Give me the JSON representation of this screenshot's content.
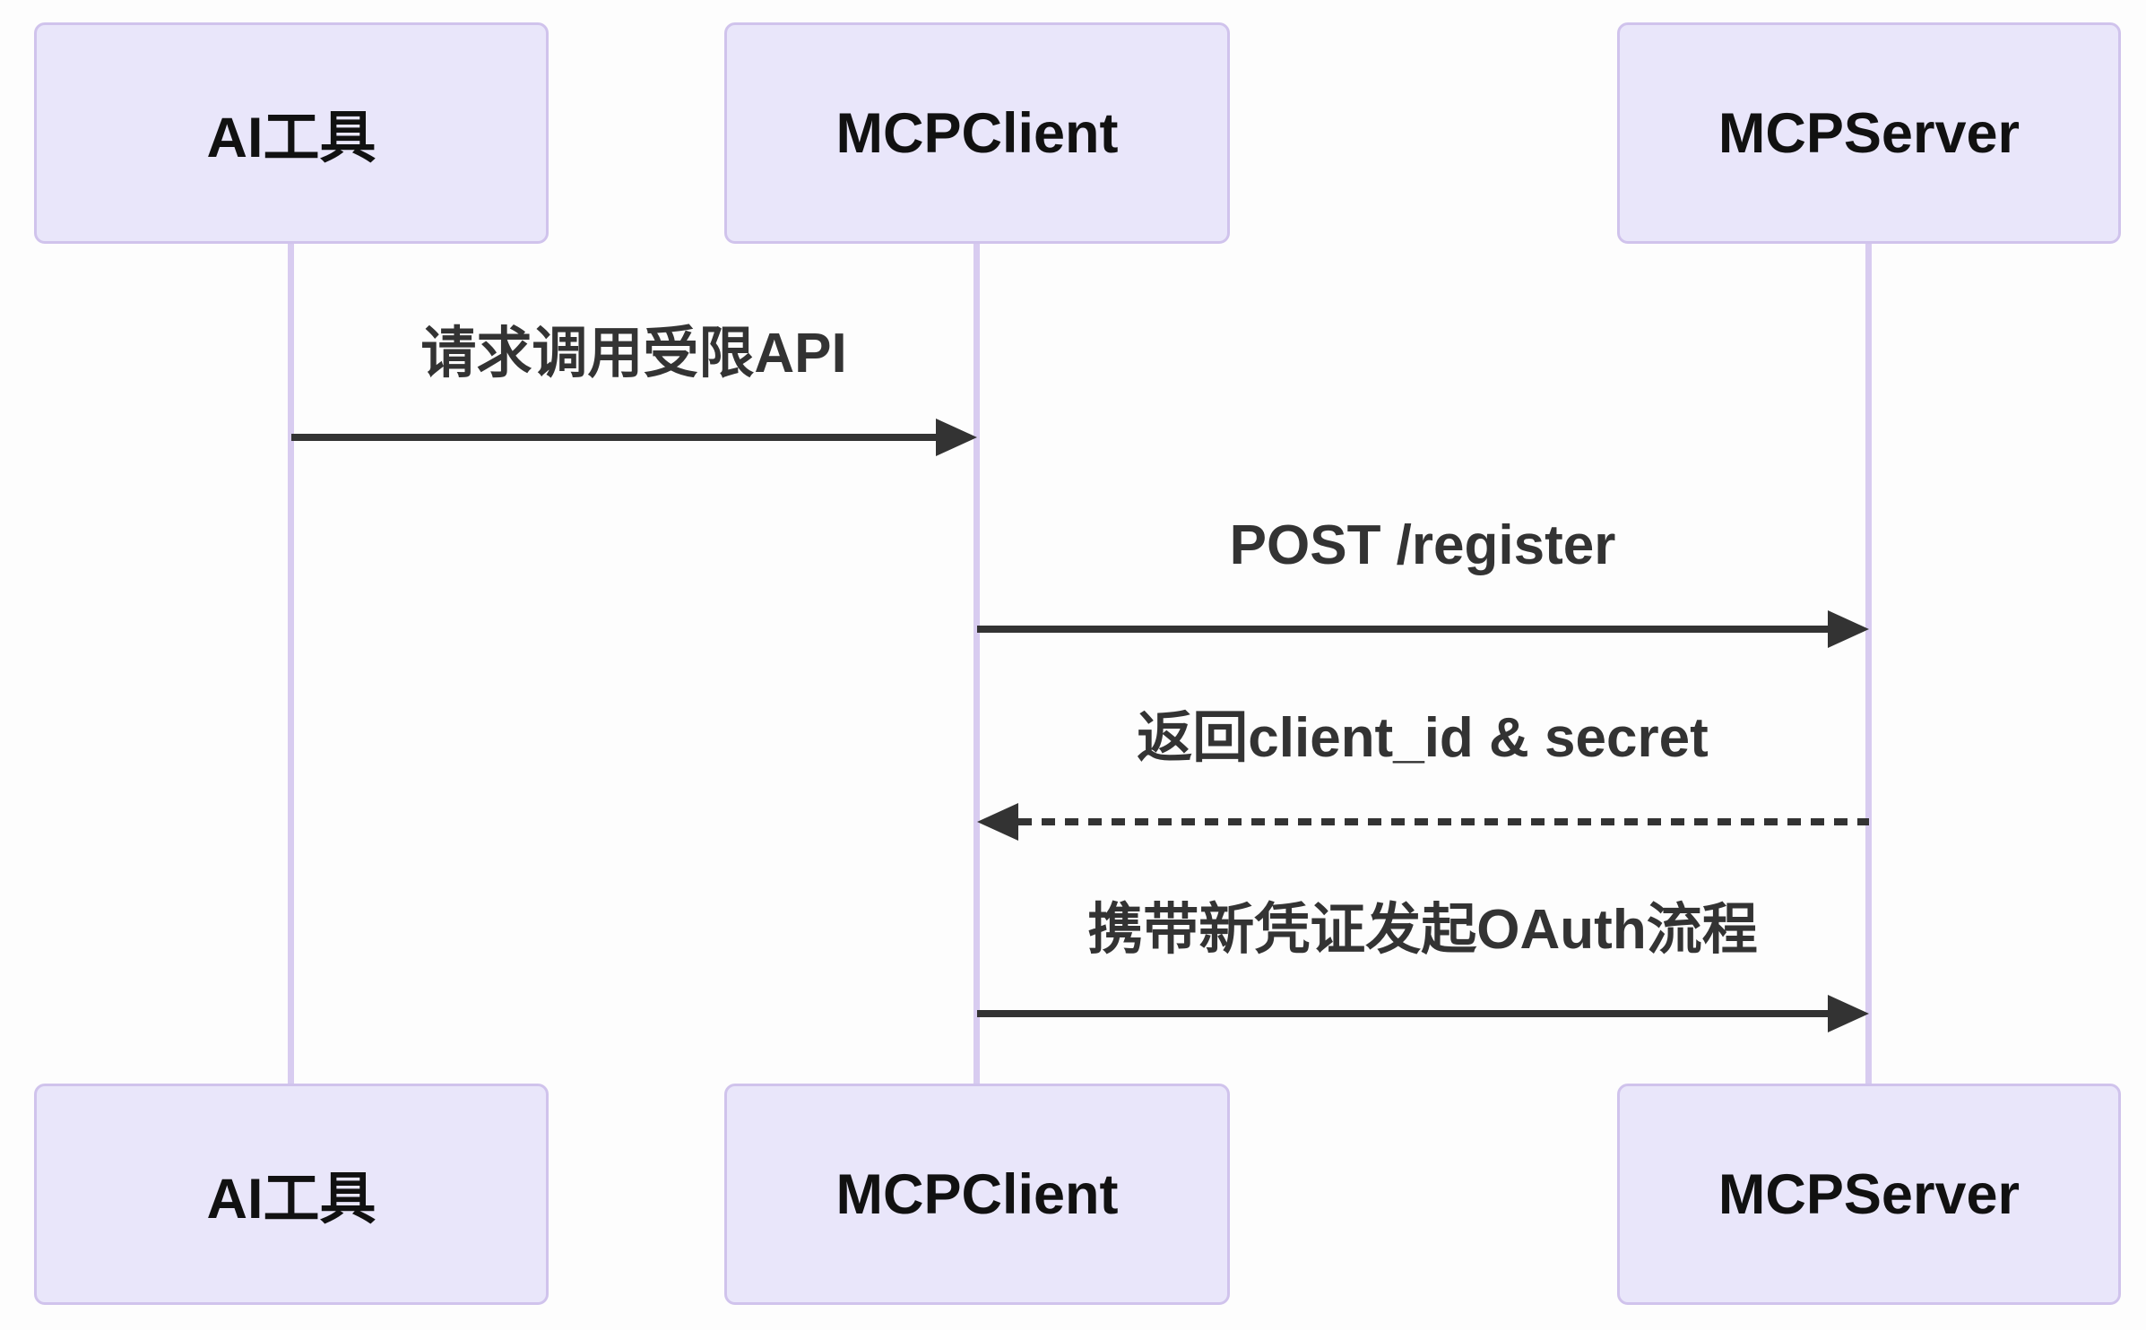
{
  "diagram": {
    "type": "sequence-diagram",
    "participants": [
      {
        "id": "ai-tool",
        "label": "AI工具"
      },
      {
        "id": "mcp-client",
        "label": "MCPClient"
      },
      {
        "id": "mcp-server",
        "label": "MCPServer"
      }
    ],
    "messages": [
      {
        "from": "AI工具",
        "to": "MCPClient",
        "text": "请求调用受限API",
        "line_style": "solid",
        "arrow_direction": "right"
      },
      {
        "from": "MCPClient",
        "to": "MCPServer",
        "text": "POST /register",
        "line_style": "solid",
        "arrow_direction": "right"
      },
      {
        "from": "MCPServer",
        "to": "MCPClient",
        "text": "返回client_id & secret",
        "line_style": "dashed",
        "arrow_direction": "left"
      },
      {
        "from": "MCPClient",
        "to": "MCPServer",
        "text": "携带新凭证发起OAuth流程",
        "line_style": "solid",
        "arrow_direction": "right"
      }
    ],
    "colors": {
      "background": "#FDFDFD",
      "actor_fill": "#E9E6FA",
      "actor_border": "#D0C3EC",
      "lifeline": "#D8CCF0",
      "arrow": "#333333",
      "message_text": "#333333",
      "actor_text": "#111111"
    }
  }
}
